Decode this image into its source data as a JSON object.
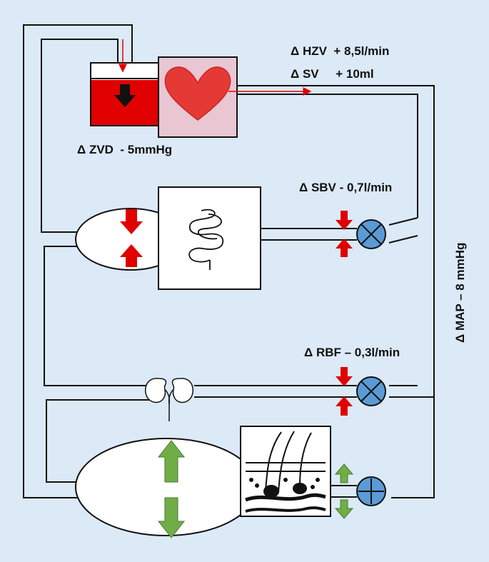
{
  "labels": {
    "hzv": "Δ HZV  + 8,5l/min",
    "sv": "Δ SV     + 10ml",
    "zvd": "Δ ZVD  - 5mmHg",
    "sbv": "Δ SBV - 0,7l/min",
    "rbf": "Δ RBF – 0,3l/min",
    "map": "Δ MAP – 8 mmHg"
  },
  "colors": {
    "background": "#dce9f7",
    "decrease_arrow": "#e00000",
    "increase_arrow": "#70ad47",
    "heart": "#e53935",
    "heart_box": "#e8c6d2",
    "reservoir_blood": "#e00000",
    "valve": "#5b9bd5"
  },
  "icons": {
    "heart": "heart-icon",
    "intestine": "intestine-icon",
    "kidney": "kidney-icon",
    "skin": "skin-icon",
    "valve": "valve-icon"
  }
}
